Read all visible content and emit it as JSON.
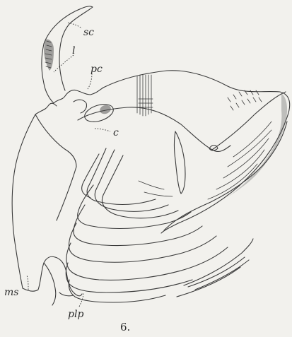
{
  "figure": {
    "number": "6.",
    "labels": {
      "sc": "sc",
      "l": "l",
      "pc": "pc",
      "c": "c",
      "ms": "ms",
      "plp": "plp"
    }
  }
}
